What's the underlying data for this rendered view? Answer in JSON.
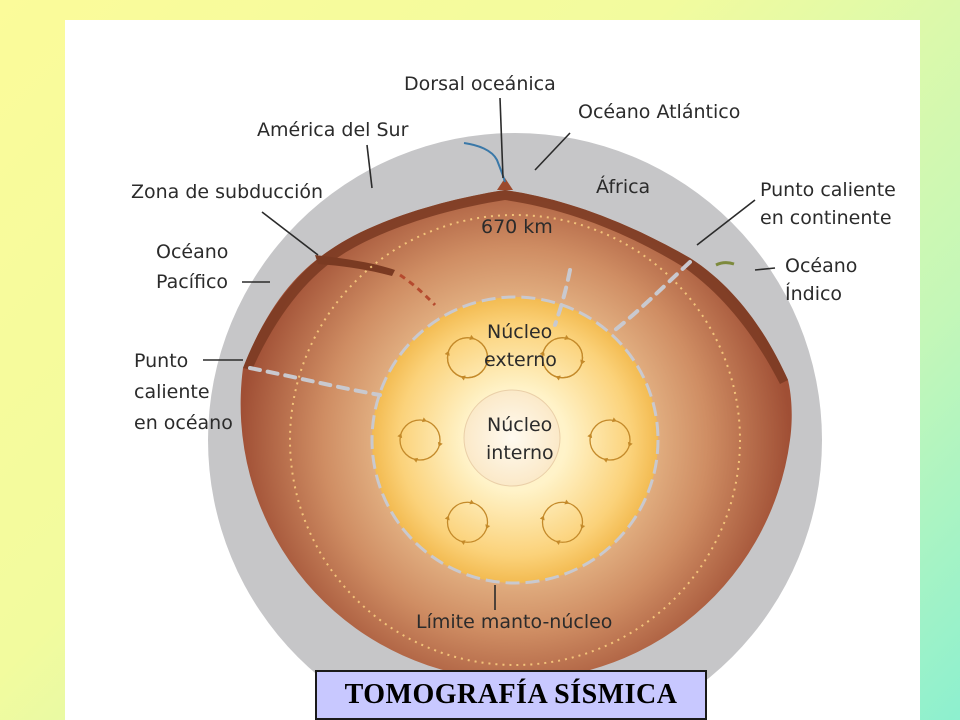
{
  "slide": {
    "caption": "TOMOGRAFÍA SÍSMICA"
  },
  "labels": {
    "dorsal": "Dorsal oceánica",
    "atlantico": "Océano Atlántico",
    "america": "América del Sur",
    "subduccion": "Zona de subducción",
    "africa": "África",
    "km670": "670 km",
    "punto_cont_1": "Punto caliente",
    "punto_cont_2": "en continente",
    "indico_1": "Océano",
    "indico_2": "Índico",
    "pacifico_1": "Océano",
    "pacifico_2": "Pacífico",
    "punto_oc_1": "Punto",
    "punto_oc_2": "caliente",
    "punto_oc_3": "en océano",
    "nucleo_ext_1": "Núcleo",
    "nucleo_ext_2": "externo",
    "nucleo_int_1": "Núcleo",
    "nucleo_int_2": "interno",
    "limite": "Límite manto-núcleo"
  },
  "colors": {
    "crust": "#c7c7c9",
    "mantle_outer": "#a5563a",
    "mantle_inner": "#dfa877",
    "core_outer": "#f7c864",
    "core_inner": "#fff6d8",
    "arrow": "#c48a2a",
    "caption_bg": "#c8c8ff"
  }
}
